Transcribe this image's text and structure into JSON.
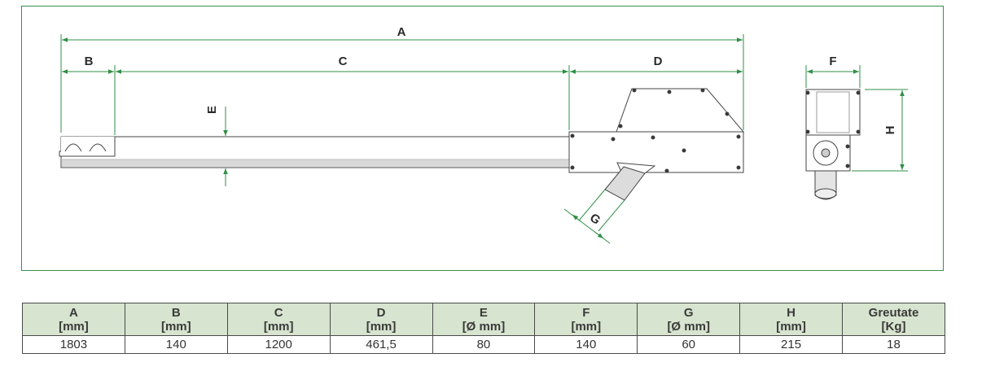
{
  "drawing": {
    "labels": {
      "A": "A",
      "B": "B",
      "C": "C",
      "D": "D",
      "E": "E",
      "F": "F",
      "G": "G",
      "H": "H"
    },
    "colors": {
      "frame": "#3a8f4e",
      "dimension": "#2f8f45",
      "outline": "#444444"
    }
  },
  "table": {
    "columns": [
      {
        "key": "A",
        "name": "A",
        "unit": "[mm]"
      },
      {
        "key": "B",
        "name": "B",
        "unit": "[mm]"
      },
      {
        "key": "C",
        "name": "C",
        "unit": "[mm]"
      },
      {
        "key": "D",
        "name": "D",
        "unit": "[mm]"
      },
      {
        "key": "E",
        "name": "E",
        "unit": "[Ø mm]"
      },
      {
        "key": "F",
        "name": "F",
        "unit": "[mm]"
      },
      {
        "key": "G",
        "name": "G",
        "unit": "[Ø mm]"
      },
      {
        "key": "H",
        "name": "H",
        "unit": "[mm]"
      },
      {
        "key": "W",
        "name": "Greutate",
        "unit": "[Kg]"
      }
    ],
    "values": [
      "1803",
      "140",
      "1200",
      "461,5",
      "80",
      "140",
      "60",
      "215",
      "18"
    ],
    "colors": {
      "header_bg": "#d7e4cf",
      "border": "#4a4a4a"
    }
  }
}
